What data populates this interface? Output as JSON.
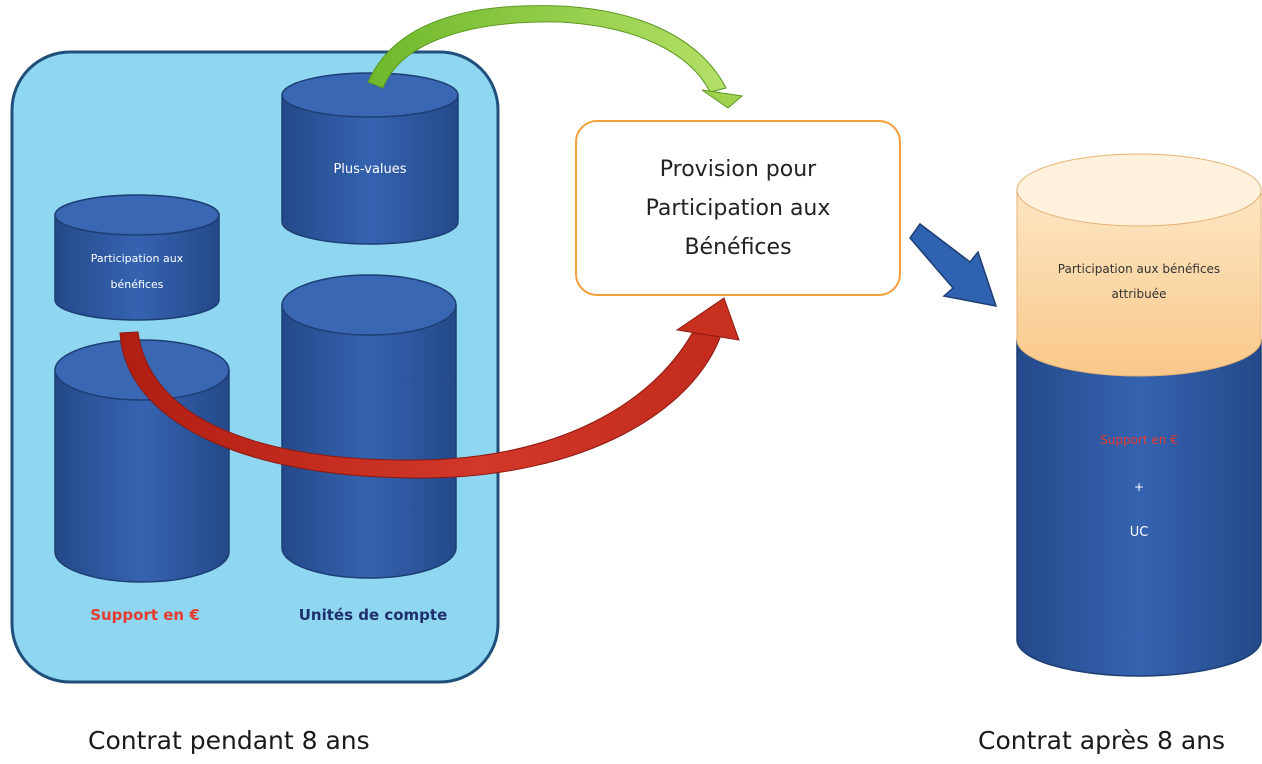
{
  "left_panel": {
    "cylinders": {
      "plus_values": "Plus-values",
      "participation_line1": "Participation aux",
      "participation_line2": "bénéfices"
    },
    "support_label": "Support en €",
    "units_label": "Unités de compte",
    "caption": "Contrat pendant 8 ans"
  },
  "provision": {
    "line1": "Provision pour",
    "line2": "Participation aux",
    "line3": "Bénéfices"
  },
  "right_cylinder": {
    "top_line1": "Participation aux bénéfices",
    "top_line2": "attribuée",
    "support": "Support en €",
    "plus": "+",
    "uc": "UC",
    "caption": "Contrat après  8 ans"
  },
  "colors": {
    "panel_fill": "#8fd6f0",
    "panel_border": "#1f4f7a",
    "cylinder_blue": "#2e5ba3",
    "cylinder_stroke": "#1d3e73",
    "red_arrow": "#c0281a",
    "green_arrow": "#8fcf3c",
    "blue_arrow": "#2f62b0",
    "provision_border": "#f4a03a",
    "pb_orange": "#fdd9a8",
    "support_red": "#e53b2f",
    "units_navy": "#1f2f6b"
  }
}
